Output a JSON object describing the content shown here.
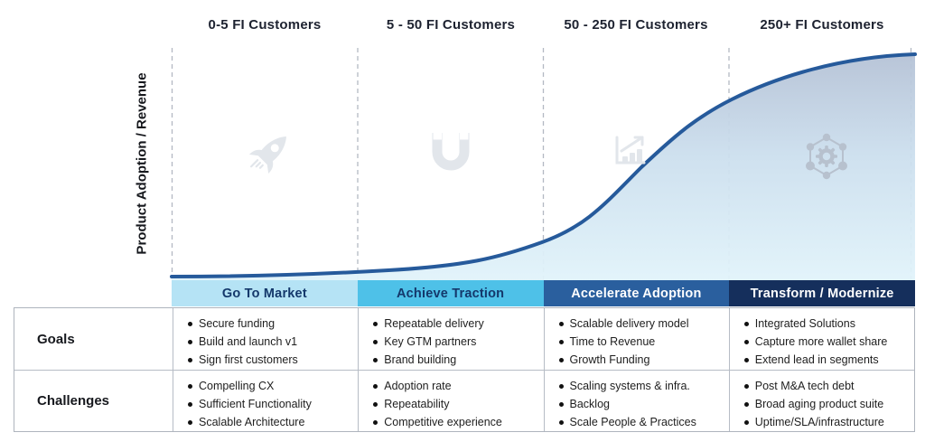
{
  "y_axis_label": "Product Adoption / Revenue",
  "header": {
    "columns": [
      "0-5 FI Customers",
      "5 - 50 FI Customers",
      "50 - 250 FI Customers",
      "250+ FI Customers"
    ]
  },
  "curve": {
    "stroke": "#265a9b",
    "fill_top": "#b5c2d6",
    "fill_mid": "#ccdfee",
    "fill_bottom": "#e1f3fa"
  },
  "stages": [
    {
      "label": "Go To Market",
      "bg": "#b5e3f5",
      "text_color": "#14386b"
    },
    {
      "label": "Achieve Traction",
      "bg": "#4ec1e8",
      "text_color": "#14386b"
    },
    {
      "label": "Accelerate Adoption",
      "bg": "#2a5f9e",
      "text_color": "#ffffff"
    },
    {
      "label": "Transform / Modernize",
      "bg": "#152f5c",
      "text_color": "#ffffff"
    }
  ],
  "table": {
    "rows": [
      {
        "label": "Goals",
        "cells": [
          [
            "Secure funding",
            "Build and launch v1",
            "Sign first customers"
          ],
          [
            "Repeatable delivery",
            "Key GTM partners",
            "Brand building"
          ],
          [
            "Scalable delivery model",
            "Time to Revenue",
            "Growth Funding"
          ],
          [
            "Integrated Solutions",
            "Capture more wallet share",
            "Extend lead in segments"
          ]
        ]
      },
      {
        "label": "Challenges",
        "cells": [
          [
            "Compelling CX",
            "Sufficient Functionality",
            "Scalable Architecture"
          ],
          [
            "Adoption rate",
            "Repeatability",
            "Competitive experience"
          ],
          [
            "Scaling systems & infra.",
            "Backlog",
            "Scale People & Practices"
          ],
          [
            "Post M&A tech debt",
            "Broad aging product suite",
            "Uptime/SLA/infrastructure"
          ]
        ]
      }
    ]
  }
}
